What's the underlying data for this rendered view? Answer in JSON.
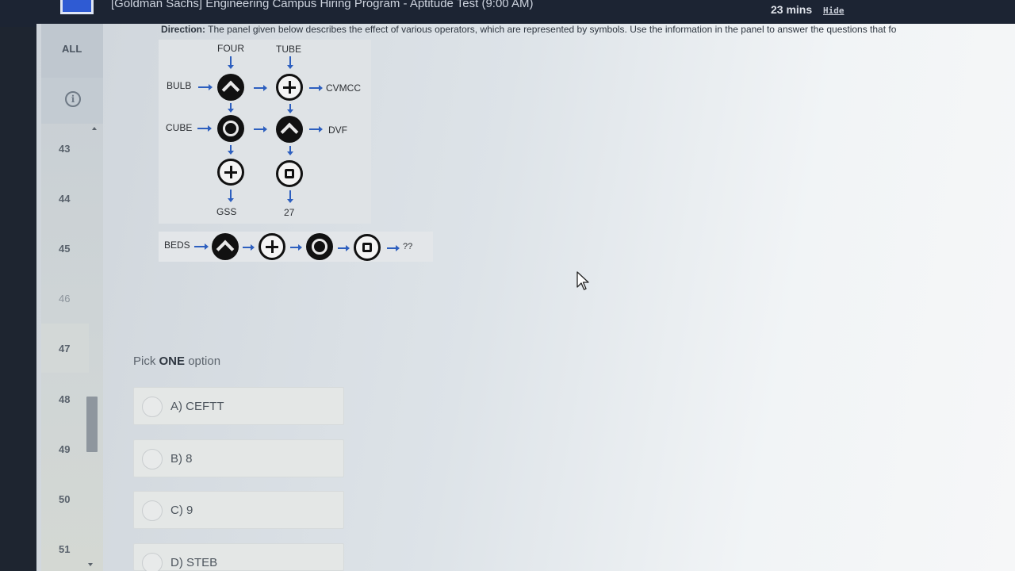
{
  "header": {
    "test_title": "[Goldman Sachs] Engineering Campus Hiring Program - Aptitude Test (9:00 AM)",
    "timer": "23 mins",
    "hide_label": "Hide"
  },
  "sidebar": {
    "all_label": "ALL",
    "info_icon": "info-icon",
    "questions": [
      "43",
      "44",
      "45",
      "46",
      "47",
      "48",
      "49",
      "50",
      "51"
    ]
  },
  "question": {
    "direction_label": "Direction:",
    "direction_text": " The panel given below describes the effect of various operators, which are represented by symbols. Use the information in the panel to answer the questions that fo",
    "panel": {
      "top_labels": [
        "FOUR",
        "TUBE"
      ],
      "row1_left": "BULB",
      "row1_right": "CVMCC",
      "row2_left": "CUBE",
      "row2_right": "DVF",
      "bottom_labels": [
        "GSS",
        "27"
      ]
    },
    "query": {
      "input": "BEDS",
      "output": "??"
    },
    "pick_prefix": "Pick ",
    "pick_bold": "ONE",
    "pick_suffix": " option"
  },
  "options": [
    {
      "label": "A) CEFTT"
    },
    {
      "label": "B) 8"
    },
    {
      "label": "C) 9"
    },
    {
      "label": "D) STEB"
    }
  ]
}
